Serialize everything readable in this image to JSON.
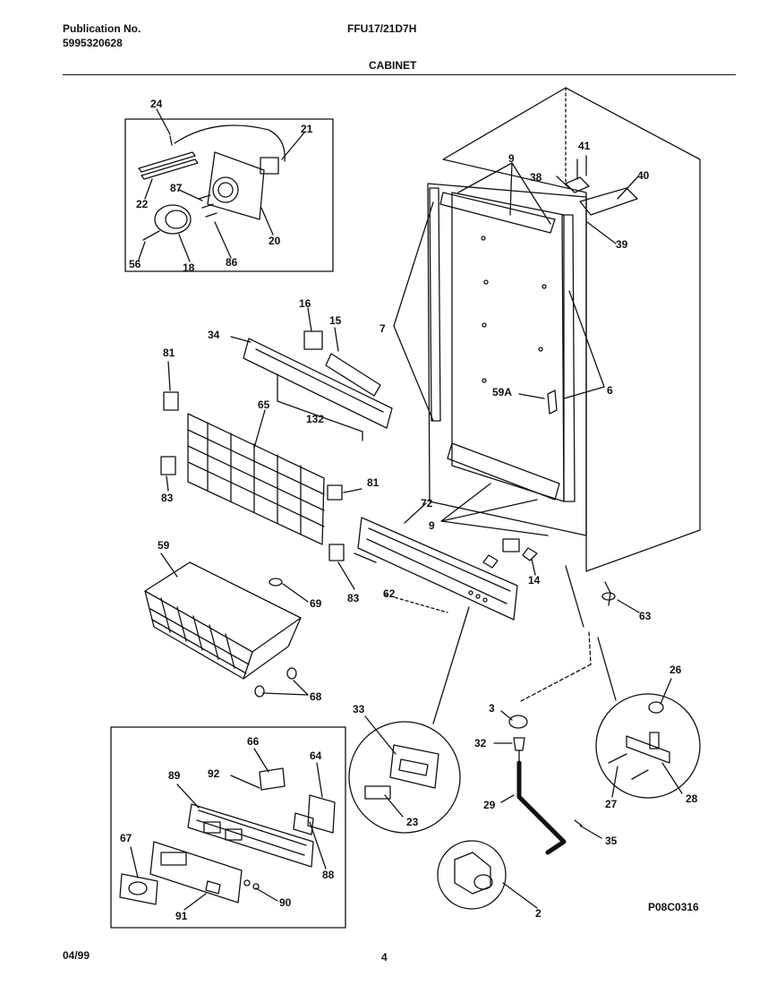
{
  "header": {
    "publication_label": "Publication No.",
    "publication_number": "5995320628",
    "model": "FFU17/21D7H",
    "section": "CABINET"
  },
  "footer": {
    "date": "04/99",
    "page": "4",
    "diagram_code": "P08C0316"
  },
  "callouts": {
    "c24": "24",
    "c21": "21",
    "c22": "22",
    "c87": "87",
    "c20": "20",
    "c56": "56",
    "c18": "18",
    "c86": "86",
    "c16": "16",
    "c15": "15",
    "c34": "34",
    "c81a": "81",
    "c65": "65",
    "c132": "132",
    "c83a": "83",
    "c81b": "81",
    "c83b": "83",
    "c59": "59",
    "c69": "69",
    "c68": "68",
    "c62": "62",
    "c72": "72",
    "c9a": "9",
    "c9b": "9",
    "c41": "41",
    "c38": "38",
    "c40": "40",
    "c39": "39",
    "c7": "7",
    "c6": "6",
    "c59a": "59A",
    "c14": "14",
    "c63": "63",
    "c26a": "26",
    "c27": "27",
    "c28": "28",
    "c3": "3",
    "c32": "32",
    "c29": "29",
    "c35": "35",
    "c2": "2",
    "c33": "33",
    "c23": "23",
    "c66": "66",
    "c92": "92",
    "c89": "89",
    "c64": "64",
    "c67": "67",
    "c88": "88",
    "c90": "90",
    "c91": "91"
  }
}
